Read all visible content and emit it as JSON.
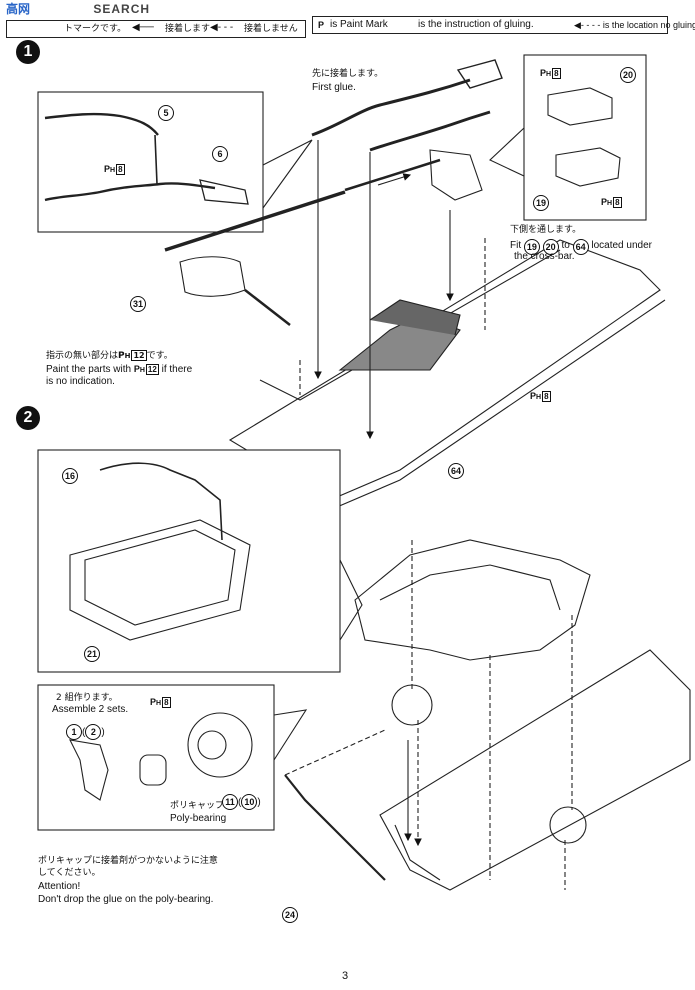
{
  "header": {
    "watermark": "SEARCH",
    "watermark_cn": "高",
    "watermark_cn2": "网",
    "legend_left_text": "トマークです。",
    "legend_glue_jp": "接着します",
    "legend_noglue_jp": "接着しません",
    "legend_paint_mark": "is Paint Mark",
    "legend_glue_en": "is the instruction of gluing.",
    "legend_noglue_en": "is the location no gluing.",
    "paint_symbol": "P"
  },
  "step1": {
    "number": "1",
    "first_glue_jp": "先に接着します。",
    "first_glue_en": "First glue.",
    "under_jp": "下側を通します。",
    "fit_label": "Fit",
    "fit_parts": [
      "19",
      "20",
      "64"
    ],
    "fit_to": "to",
    "fit_rest": "located under",
    "fit_rest2": "the cross-bar.",
    "paint_note_jp": "指示の無い部分は",
    "paint_note_jp2": "です。",
    "paint_note_en1": "Paint the parts with",
    "paint_note_en1b": "if there",
    "paint_note_en2": "is no indication.",
    "parts": {
      "p5": "5",
      "p6": "6",
      "p20": "20",
      "p19": "19",
      "p31": "31",
      "p64": "64"
    },
    "paint_codes": {
      "h8": "8",
      "h12": "12"
    }
  },
  "step2": {
    "number": "2",
    "assemble_jp": "2 組作ります。",
    "assemble_en": "Assemble 2 sets.",
    "poly_jp": "ポリキャップ",
    "poly_en": "Poly-bearing",
    "parts": {
      "p16": "16",
      "p21": "21",
      "p1": "1",
      "p2": "2",
      "p11": "11",
      "p10": "10",
      "p24": "24"
    },
    "paint_codes": {
      "h8": "8"
    },
    "attention_jp1": "ポリキャップに接着剤がつかないように注意",
    "attention_jp2": "してください。",
    "attention_en1": "Attention!",
    "attention_en2": "Don't drop the glue on the poly-bearing."
  },
  "footer": {
    "page_number": "3"
  }
}
